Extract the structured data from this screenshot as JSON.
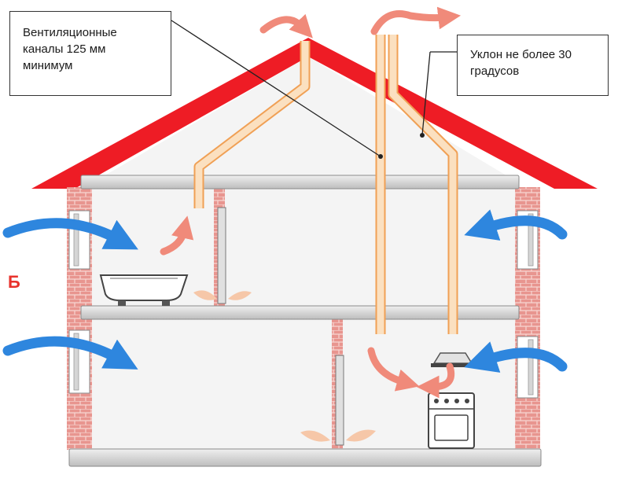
{
  "callouts": {
    "ducts": [
      "Вентиляционные",
      "каналы 125 мм",
      "минимум"
    ],
    "slope": [
      "Уклон не более 30",
      "градусов"
    ]
  },
  "side_label": "Б",
  "colors": {
    "roof": "#ee1c25",
    "brick": "#e8958f",
    "brick_mortar": "#f7d6d2",
    "duct_fill": "#fbe0c0",
    "duct_edge": "#f0a055",
    "floor_slab": "#d8d8d8",
    "interior": "#f4f4f4",
    "fresh_air_arrow": "#2e86de",
    "exhaust_air_arrow": "#f08a7a",
    "label_red": "#e8322c"
  },
  "icons": {
    "fresh_air": "blue-curved-arrow-icon",
    "exhaust_air": "salmon-curved-arrow-icon",
    "bathtub": "bathtub-icon",
    "stove": "stove-icon",
    "radiator": "radiator-icon",
    "cooker_hood": "cooker-hood-icon"
  }
}
